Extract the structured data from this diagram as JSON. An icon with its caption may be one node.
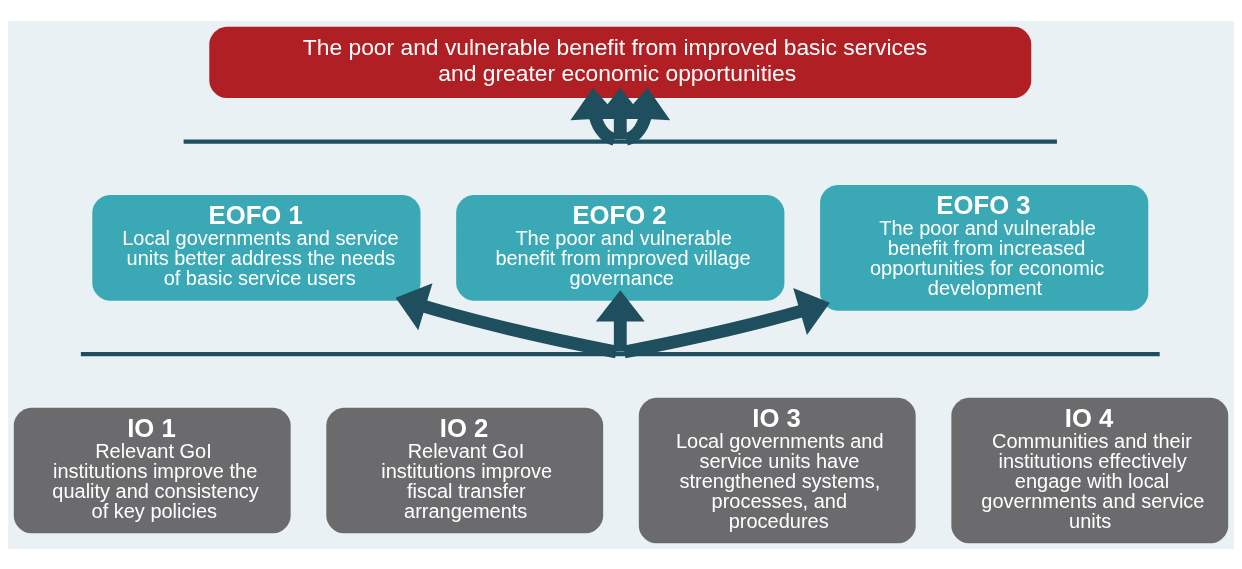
{
  "diagram": {
    "nodes": [
      {
        "text": [
          "The poor and vulnerable benefit from improved basic services and greater economic opportunities"
        ]
      },
      {
        "text": [],
        "shape": "bar"
      },
      {
        "text": [
          "EOFO 1",
          "Local governments and service units better address the needs of basic service users"
        ]
      },
      {
        "text": [
          "EOFO 2",
          "The poor and vulnerable benefit from improved village governance"
        ]
      },
      {
        "text": [
          "EOFO 3",
          "The poor and vulnerable benefit from increased opportunities for economic development"
        ]
      },
      {
        "text": [],
        "shape": "bar"
      },
      {
        "text": [
          "IO 1",
          "Relevant GoI institutions improve the quality and consistency of key policies"
        ]
      },
      {
        "text": [
          "IO 2",
          "Relevant GoI institutions improve fiscal transfer arrangements"
        ]
      },
      {
        "text": [
          "IO 3",
          "Local governments and service units have strengthened systems, processes, and procedures"
        ]
      },
      {
        "text": [
          "IO 4",
          "Communities and their institutions effectively engage with local governments and service units"
        ]
      }
    ],
    "edges": [
      {
        "from": 1,
        "to": 0,
        "arrow": "to"
      },
      {
        "from": 1,
        "to": 0,
        "arrow": "to"
      },
      {
        "from": 1,
        "to": 0,
        "arrow": "to"
      },
      {
        "from": 5,
        "to": 2,
        "arrow": "to"
      },
      {
        "from": 5,
        "to": 3,
        "arrow": "to"
      },
      {
        "from": 5,
        "to": 4,
        "arrow": "to"
      }
    ]
  }
}
